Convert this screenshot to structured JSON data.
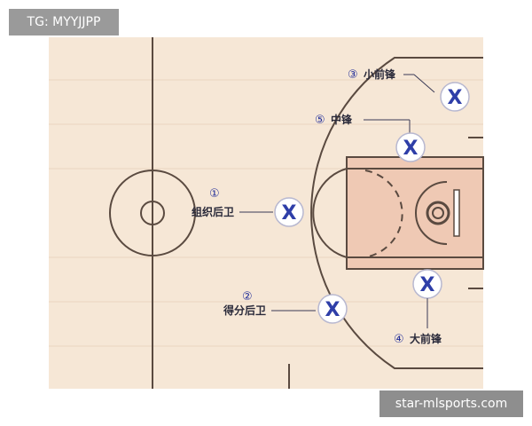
{
  "header_tag": "TG: MYYJJPP",
  "watermark": "star-mlsports.com",
  "positions": [
    {
      "number": "③",
      "label": "小前锋"
    },
    {
      "number": "⑤",
      "label": "中锋"
    },
    {
      "number": "①",
      "label": "组织后卫"
    },
    {
      "number": "②",
      "label": "得分后卫"
    },
    {
      "number": "④",
      "label": "大前锋"
    }
  ],
  "player_marker": "X",
  "colors": {
    "court_floor": "#f6e7d6",
    "paint": "#efc9b4",
    "line": "#5a4a40",
    "marker": "#2e3ea8"
  }
}
